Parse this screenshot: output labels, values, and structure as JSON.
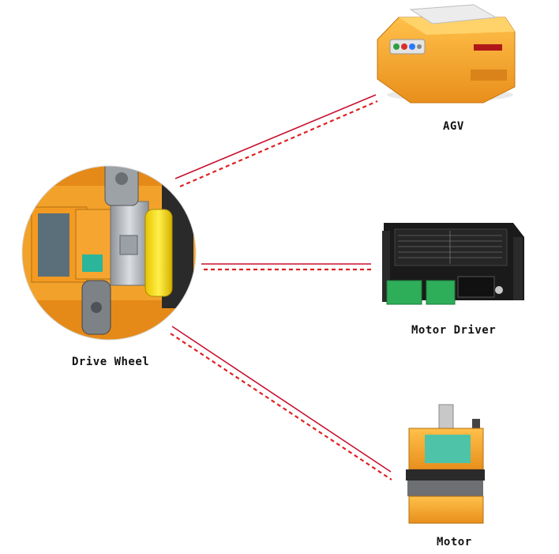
{
  "labels": {
    "agv": "AGV",
    "motor_driver": "Motor Driver",
    "drive_wheel": "Drive Wheel",
    "motor": "Motor"
  },
  "colors": {
    "connector_solid": "#c8102e",
    "connector_dashed": "#e02020",
    "body_orange": "#f5a623",
    "body_orange_dark": "#d9831a",
    "driver_black": "#1a1a1a",
    "terminal_green": "#2fae5a",
    "teal_label": "#4fc3a8",
    "steel": "#b9bcc0"
  },
  "icons": [
    "agv-robot-image",
    "motor-driver-image",
    "drive-wheel-image",
    "stepper-motor-image"
  ]
}
